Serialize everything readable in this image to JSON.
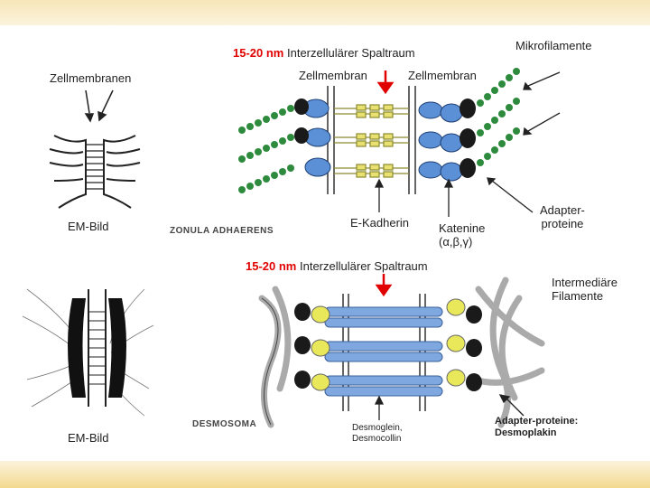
{
  "labels": {
    "gap_top_nm": "15-20 nm",
    "gap_top_text": "Interzellulärer Spaltraum",
    "mikrofilamente": "Mikrofilamente",
    "zellmembranen": "Zellmembranen",
    "zellmembran_left": "Zellmembran",
    "zellmembran_right": "Zellmembran",
    "em_bild_top": "EM-Bild",
    "zonula": "ZONULA ADHAERENS",
    "e_kadherin": "E-Kadherin",
    "katenine_1": "Katenine",
    "katenine_2": "(α,β,γ)",
    "adapter_1": "Adapter-",
    "adapter_2": "proteine",
    "gap_bottom_nm": "15-20 nm",
    "gap_bottom_text": "Interzellulärer Spaltraum",
    "intermediaere_1": "Intermediäre",
    "intermediaere_2": "Filamente",
    "desmosoma": "DESMOSOMA",
    "em_bild_bottom": "EM-Bild",
    "desmoglein_1": "Desmoglein,",
    "desmoglein_2": "Desmocollin",
    "desmoplakin_1": "Adapter-proteine:",
    "desmoplakin_2": "Desmoplakin"
  },
  "colors": {
    "red_accent": "#e00000",
    "cadherin_yellow": "#e8e070",
    "catenin_blue": "#5b8fd6",
    "actin_green": "#2e8b3e",
    "plakoglobin_yellow": "#e8e85a",
    "desmoplakin_dark": "#1a1a1a",
    "desmoglein_blue": "#7fa8e0"
  }
}
